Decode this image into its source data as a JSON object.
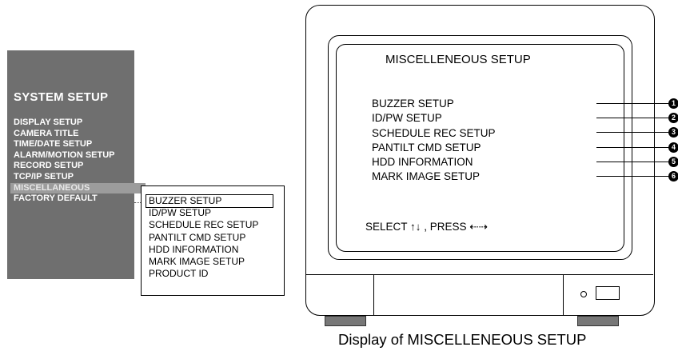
{
  "system_menu": {
    "title": "SYSTEM SETUP",
    "items": [
      "DISPLAY SETUP",
      "CAMERA TITLE",
      "TIME/DATE SETUP",
      "ALARM/MOTION SETUP",
      "RECORD SETUP",
      "TCP/IP SETUP",
      "MISCELLANEOUS",
      "FACTORY DEFAULT"
    ],
    "selected": "MISCELLANEOUS"
  },
  "submenu": {
    "items": [
      "BUZZER SETUP",
      "ID/PW SETUP",
      "SCHEDULE REC SETUP",
      "PANTILT CMD SETUP",
      "HDD INFORMATION",
      "MARK IMAGE SETUP",
      "PRODUCT ID"
    ],
    "selected": "BUZZER SETUP"
  },
  "screen": {
    "title": "MISCELLENEOUS SETUP",
    "items": [
      "BUZZER SETUP",
      "ID/PW SETUP",
      "SCHEDULE REC SETUP",
      "PANTILT CMD SETUP",
      "HDD INFORMATION",
      "MARK IMAGE SETUP"
    ],
    "select_hint": "SELECT ↑↓ , PRESS ⇠⇢"
  },
  "callouts": [
    "1",
    "2",
    "3",
    "4",
    "5",
    "6"
  ],
  "caption": "Display of MISCELLENEOUS SETUP",
  "colors": {
    "panel": "#6f6f6f",
    "panel_text": "#ffffff",
    "highlight": "#9c9c9c",
    "foot": "#777777"
  }
}
